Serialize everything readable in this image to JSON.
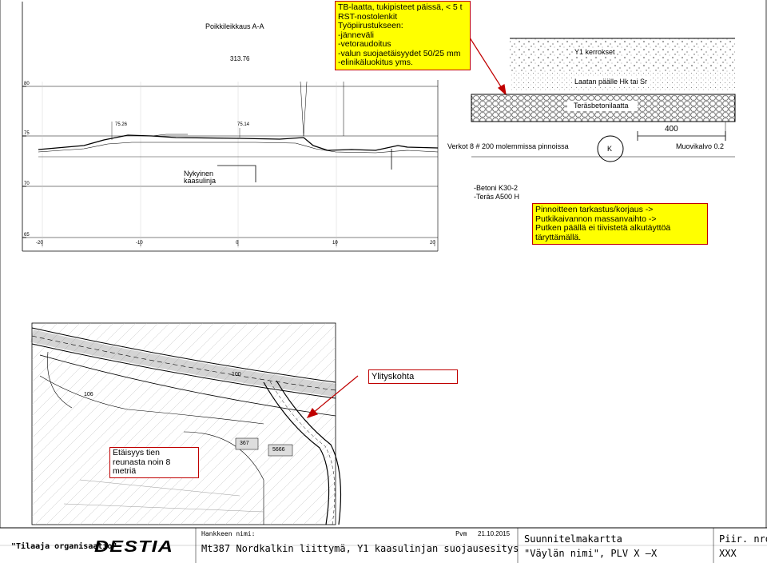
{
  "section": {
    "title": "Poikkileikkaus A-A",
    "left_scale": [
      "80",
      "75",
      "70",
      "65"
    ],
    "bottom_scale": [
      "-20",
      "-10",
      "0",
      "10",
      "20"
    ],
    "level_top": "313.76",
    "level_left": "75.26",
    "level_mid": "75.14",
    "existing_pipe": [
      "Nykyinen",
      "kaasulinja"
    ]
  },
  "notes": {
    "tb_slab": [
      "TB-laatta, tukipisteet päissä, < 5 t",
      "RST-nostolenkit",
      "Työpiirustukseen:",
      "-jänneväli",
      "-vetoraudoitus",
      "-valun suojaetäisyydet 50/25 mm",
      "-elinikäluokitus yms."
    ],
    "repair": [
      "Pinnoitteen tarkastus/korjaus ->",
      "Putkikaivannon massanvaihto ->",
      "Putken päällä ei tiivistetä alkutäyttöä",
      "täryttämällä."
    ],
    "crossing": "Ylityskohta",
    "distance": [
      "Etäisyys tien",
      "reunasta noin 8",
      "metriä"
    ]
  },
  "detail": {
    "layers_label": "Y1 kerrokset",
    "on_slab_label": "Laatan päälle Hk tai Sr",
    "slab_label": "Teräsbetonilaatta",
    "width": "400",
    "mesh_label": "Verkot 8 # 200 molemmissa pinnoissa",
    "pipe_letter": "K",
    "plastic_label": "Muovikalvo 0.2",
    "materials": [
      "-Betoni K30-2",
      "-Teräs A500 H"
    ]
  },
  "map": {
    "labels": [
      "100",
      "106",
      "367",
      "5666"
    ]
  },
  "title_block": {
    "client": "\"Tilaaja organisaatio\"",
    "company": "DESTIA",
    "project_label": "Hankkeen nimi:",
    "project_name": "Mt387 Nordkalkin liittymä, Y1 kaasulinjan suojausesitys",
    "date_label": "Pvm",
    "date": "21.10.2015",
    "drawing_type": "Suunnitelmakartta",
    "road": "\"Väylän nimi\", PLV X —X",
    "drawing_no_label": "Piir. nro",
    "drawing_no": "XXX"
  }
}
